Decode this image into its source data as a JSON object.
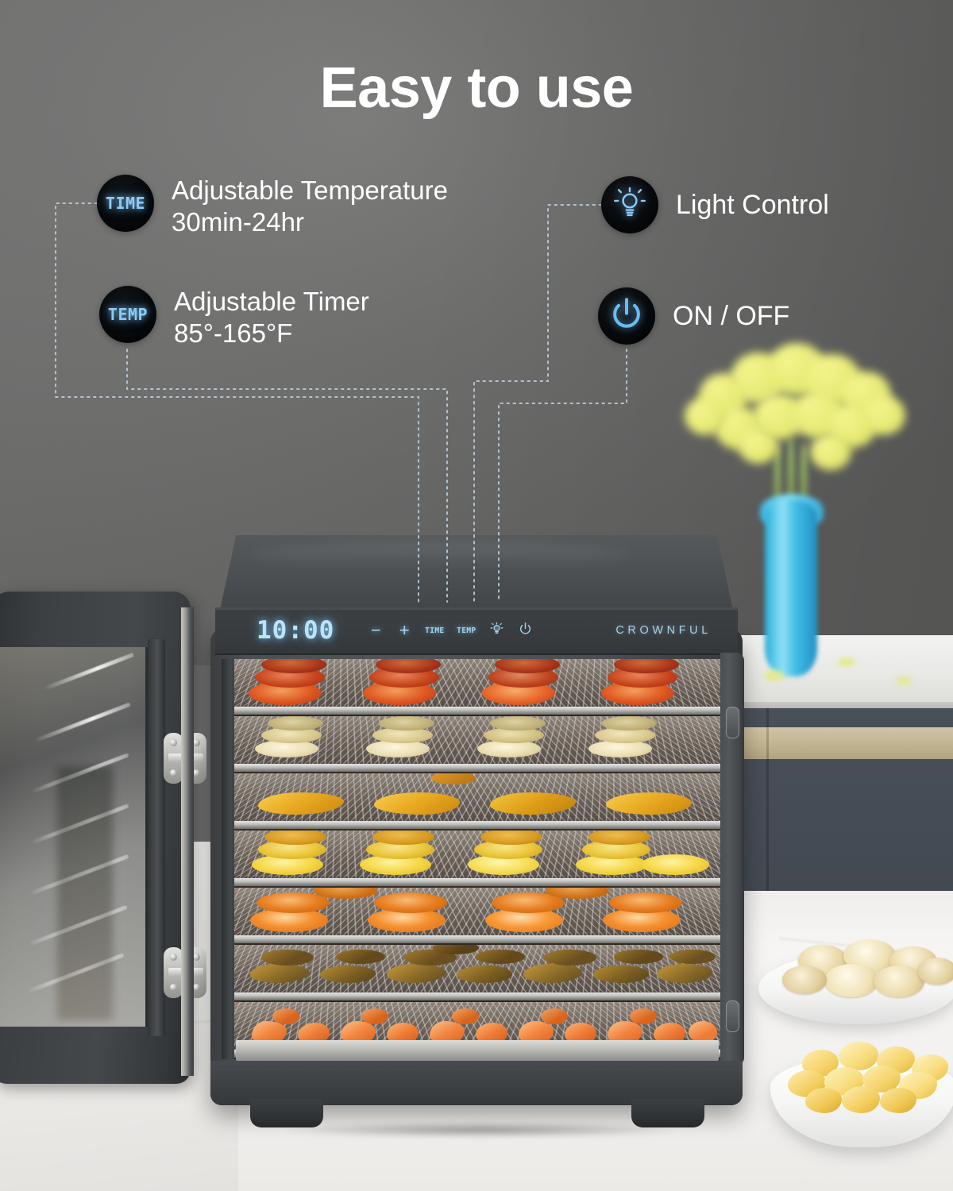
{
  "headline": "Easy to use",
  "features": [
    {
      "id": "adjustable-temperature",
      "badge_kind": "text",
      "badge_label": "TIME",
      "line1": "Adjustable Temperature",
      "line2": "30min-24hr"
    },
    {
      "id": "adjustable-timer",
      "badge_kind": "text",
      "badge_label": "TEMP",
      "line1": "Adjustable Timer",
      "line2": "85°-165°F"
    },
    {
      "id": "light-control",
      "badge_kind": "icon",
      "badge_icon": "lightbulb-icon",
      "line1": "Light Control",
      "line2": ""
    },
    {
      "id": "on-off",
      "badge_kind": "icon",
      "badge_icon": "power-icon",
      "line1": "ON / OFF",
      "line2": ""
    }
  ],
  "control_panel": {
    "display_value": "10:00",
    "brand": "CROWNFUL",
    "buttons": [
      {
        "name": "minus-button",
        "label": "−",
        "kind": "symbol"
      },
      {
        "name": "plus-button",
        "label": "+",
        "kind": "symbol"
      },
      {
        "name": "time-button",
        "label": "TIME",
        "kind": "text"
      },
      {
        "name": "temp-button",
        "label": "TEMP",
        "kind": "text"
      },
      {
        "name": "light-button",
        "label": "",
        "kind": "bulb-icon"
      },
      {
        "name": "power-button",
        "label": "",
        "kind": "power-icon"
      }
    ]
  },
  "trays": [
    {
      "name": "tray-blood-orange",
      "food": "blood orange slices",
      "color": "#c8401c",
      "accent": "#e8833a",
      "count": 12,
      "shape": "round"
    },
    {
      "name": "tray-apple",
      "food": "apple slices",
      "color": "#e6dcb4",
      "accent": "#f3ecd2",
      "count": 12,
      "shape": "round"
    },
    {
      "name": "tray-mango",
      "food": "mango slices",
      "color": "#e8ae22",
      "accent": "#f5cc56",
      "count": 5,
      "shape": "wide"
    },
    {
      "name": "tray-lemon",
      "food": "lemon slices",
      "color": "#f2cf3c",
      "accent": "#fbe98d",
      "count": 12,
      "shape": "round"
    },
    {
      "name": "tray-orange",
      "food": "orange slices",
      "color": "#f0852a",
      "accent": "#fbb45e",
      "count": 10,
      "shape": "round"
    },
    {
      "name": "tray-dried-fig",
      "food": "dried fruit pieces",
      "color": "#8a6a2e",
      "accent": "#b08a3c",
      "count": 14,
      "shape": "irregular"
    },
    {
      "name": "tray-peach",
      "food": "dried peach pieces",
      "color": "#f08342",
      "accent": "#f9ab68",
      "count": 16,
      "shape": "irregular"
    }
  ],
  "scene": {
    "plate_food": "banana chips",
    "bowl_food": "dried mango pieces",
    "vase_flowers": "yellow flowers"
  },
  "colors": {
    "accent_blue": "#8ecbf5",
    "led_blue": "#b9e4f8",
    "badge_black": "#06080a",
    "title_white": "#ffffff",
    "wall_gray": "#6f6f6e",
    "connector_blue": "#b9cbd8",
    "vase_cyan": "#3db6e0",
    "cabinet_navy": "#474d56"
  }
}
